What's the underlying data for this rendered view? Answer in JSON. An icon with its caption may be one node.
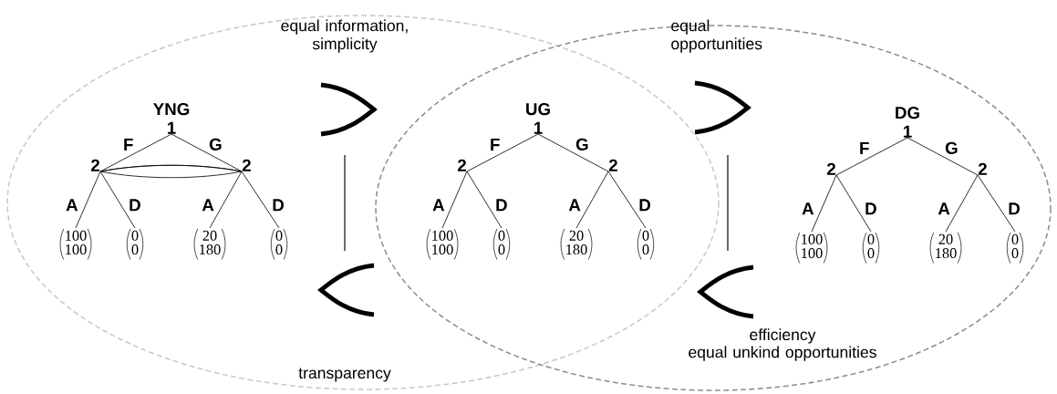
{
  "diagram": {
    "nodes": [
      {
        "text": [
          "1"
        ],
        "beside": [
          "YNG"
        ]
      },
      {
        "text": [
          "2"
        ]
      },
      {
        "text": [
          "2"
        ]
      },
      {
        "text": [
          "100",
          "100"
        ]
      },
      {
        "text": [
          "0",
          "0"
        ]
      },
      {
        "text": [
          "20",
          "180"
        ]
      },
      {
        "text": [
          "0",
          "0"
        ]
      },
      {
        "text": [
          "1"
        ],
        "beside": [
          "UG"
        ]
      },
      {
        "text": [
          "2"
        ]
      },
      {
        "text": [
          "2"
        ]
      },
      {
        "text": [
          "100",
          "100"
        ]
      },
      {
        "text": [
          "0",
          "0"
        ]
      },
      {
        "text": [
          "20",
          "180"
        ]
      },
      {
        "text": [
          "0",
          "0"
        ]
      },
      {
        "text": [
          "1"
        ],
        "beside": [
          "DG"
        ]
      },
      {
        "text": [
          "2"
        ]
      },
      {
        "text": [
          "2"
        ]
      },
      {
        "text": [
          "100",
          "100"
        ]
      },
      {
        "text": [
          "0",
          "0"
        ]
      },
      {
        "text": [
          "20",
          "180"
        ]
      },
      {
        "text": [
          "0",
          "0"
        ]
      }
    ],
    "edges": [
      {
        "from": 0,
        "to": 1,
        "arrow": "none",
        "label": "F"
      },
      {
        "from": 0,
        "to": 2,
        "arrow": "none",
        "label": "G"
      },
      {
        "from": 1,
        "to": 3,
        "arrow": "none",
        "label": "A"
      },
      {
        "from": 1,
        "to": 4,
        "arrow": "none",
        "label": "D"
      },
      {
        "from": 2,
        "to": 5,
        "arrow": "none",
        "label": "A"
      },
      {
        "from": 2,
        "to": 6,
        "arrow": "none",
        "label": "D"
      },
      {
        "from": 1,
        "to": 2,
        "arrow": "none"
      },
      {
        "from": 7,
        "to": 8,
        "arrow": "none",
        "label": "F"
      },
      {
        "from": 7,
        "to": 9,
        "arrow": "none",
        "label": "G"
      },
      {
        "from": 8,
        "to": 10,
        "arrow": "none",
        "label": "A"
      },
      {
        "from": 8,
        "to": 11,
        "arrow": "none",
        "label": "D"
      },
      {
        "from": 9,
        "to": 12,
        "arrow": "none",
        "label": "A"
      },
      {
        "from": 9,
        "to": 13,
        "arrow": "none",
        "label": "D"
      },
      {
        "from": 14,
        "to": 15,
        "arrow": "none",
        "label": "F"
      },
      {
        "from": 14,
        "to": 16,
        "arrow": "none",
        "label": "G"
      },
      {
        "from": 15,
        "to": 17,
        "arrow": "none",
        "label": "A"
      },
      {
        "from": 15,
        "to": 18,
        "arrow": "none",
        "label": "D"
      },
      {
        "from": 16,
        "to": 19,
        "arrow": "none",
        "label": "A"
      },
      {
        "from": 16,
        "to": 20,
        "arrow": "none",
        "label": "D"
      }
    ],
    "labels": [
      "equal information, simplicity",
      "equal opportunities",
      "transparency",
      "efficiency",
      "equal unkind opportunities"
    ]
  }
}
